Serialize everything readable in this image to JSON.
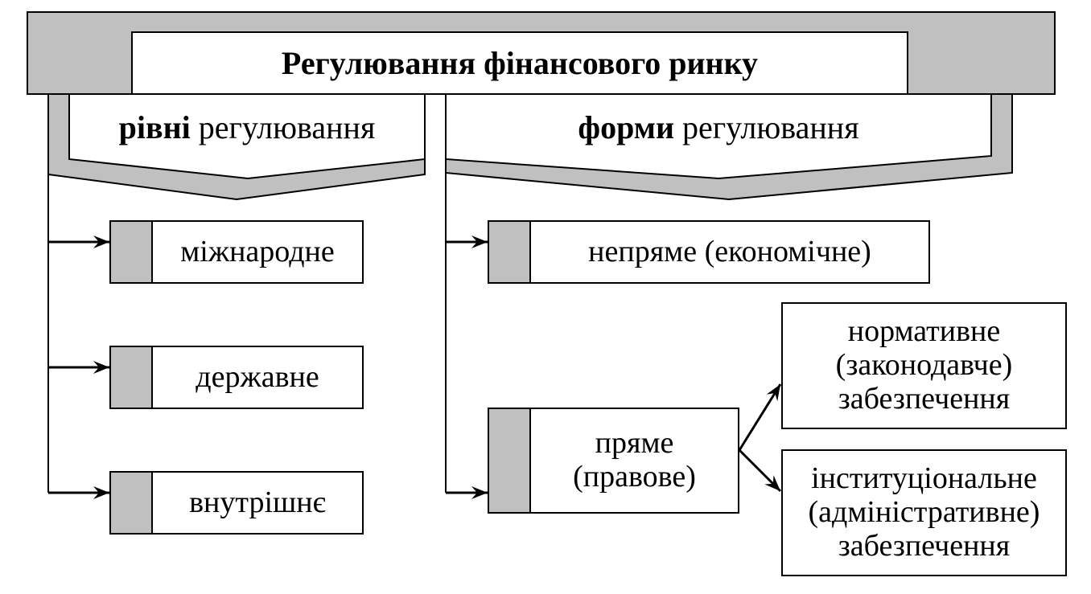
{
  "title": "Регулювання фінансового ринку",
  "levels": {
    "heading_bold": "рівні",
    "heading_rest": "регулювання",
    "items": [
      "міжнародне",
      "державне",
      "внутрішнє"
    ]
  },
  "forms": {
    "heading_bold": "форми",
    "heading_rest": "регулювання",
    "indirect": "непряме (економічне)",
    "direct": {
      "line1": "пряме",
      "line2": "(правове)",
      "outcomes": [
        {
          "line1": "нормативне",
          "line2": "(законодавче)",
          "line3": "забезпечення"
        },
        {
          "line1": "інституціональне",
          "line2": "(адміністративне)",
          "line3": "забезпечення"
        }
      ]
    }
  },
  "colors": {
    "fill": "#c0c0c0",
    "stroke": "#000000",
    "background": "#ffffff"
  }
}
